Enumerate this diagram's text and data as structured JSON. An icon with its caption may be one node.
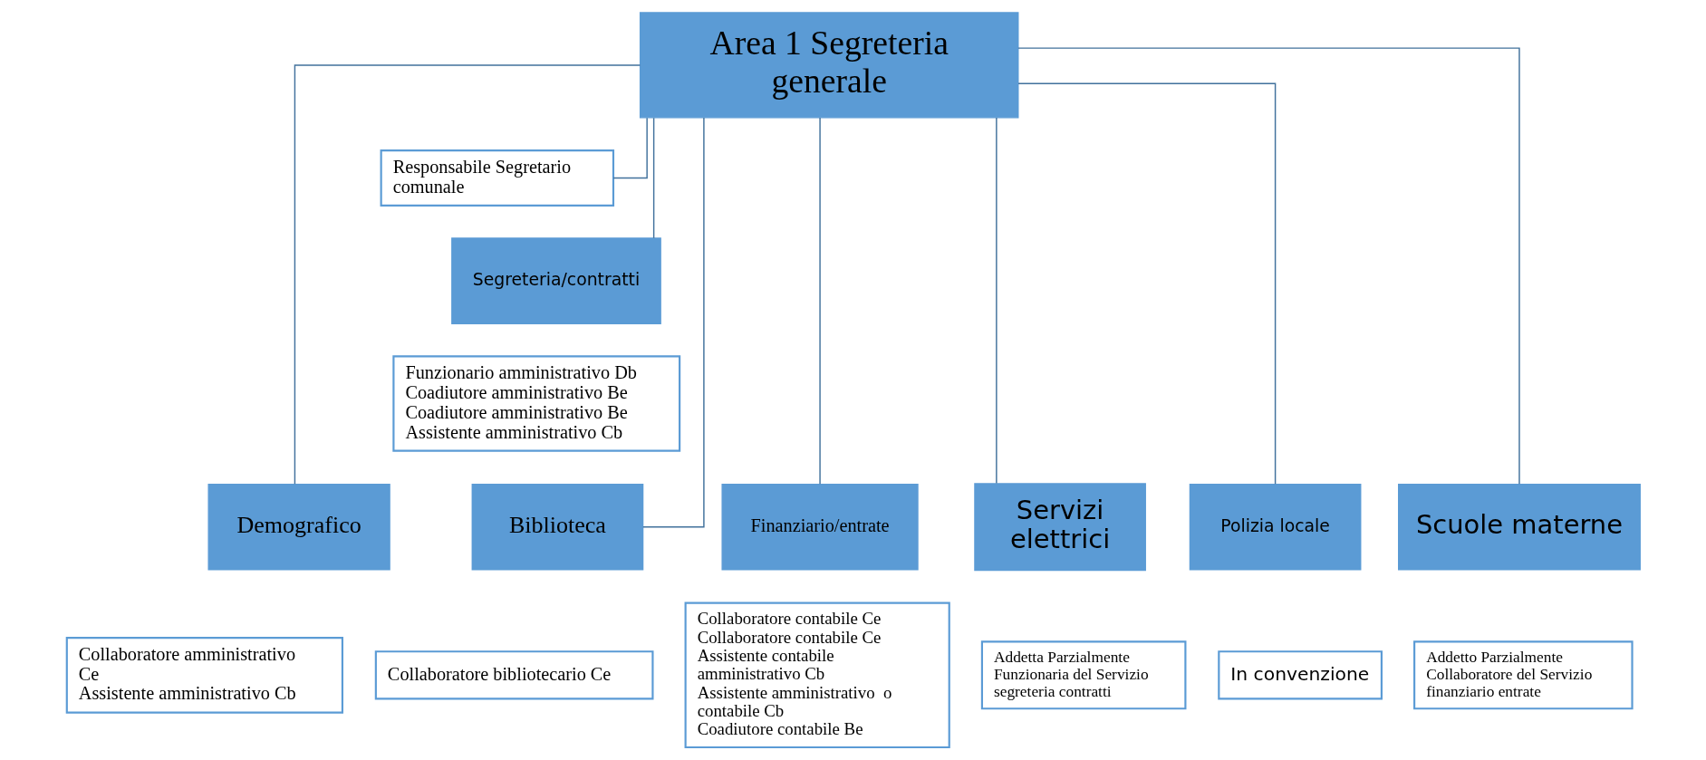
{
  "diagram": {
    "nodes": [
      {
        "text": [
          "Area 1 Segreteria generale"
        ]
      },
      {
        "text": [
          "Responsabile Segretario comunale"
        ]
      },
      {
        "text": [
          "Segreteria/contratti"
        ]
      },
      {
        "text": [
          "Funzionario amministrativo Db",
          "Coadiutore amministrativo Be",
          "Coadiutore amministrativo Be",
          "Assistente amministrativo Cb"
        ]
      },
      {
        "text": [
          "Demografico"
        ]
      },
      {
        "text": [
          "Collaboratore amministrativo Ce",
          "Assistente amministrativo Cb"
        ]
      },
      {
        "text": [
          "Biblioteca"
        ]
      },
      {
        "text": [
          "Collaboratore bibliotecario Ce"
        ]
      },
      {
        "text": [
          "Finanziario/entrate"
        ]
      },
      {
        "text": [
          "Collaboratore contabile Ce",
          "Collaboratore contabile Ce",
          "Assistente contabile amministrativo Cb",
          "Assistente amministrativo  o contabile Cb",
          "Coadiutore contabile Be"
        ]
      },
      {
        "text": [
          "Servizi elettrici"
        ]
      },
      {
        "text": [
          "Addetta Parzialmente Funzionaria del Servizio segreteria contratti"
        ]
      },
      {
        "text": [
          "Polizia locale"
        ]
      },
      {
        "text": [
          "In convenzione"
        ]
      },
      {
        "text": [
          "Scuole materne"
        ]
      },
      {
        "text": [
          "Addetto Parzialmente Collaboratore del Servizio finanziario entrate"
        ]
      }
    ],
    "edges": [
      {
        "from": 0,
        "to": 1,
        "arrow": "none"
      },
      {
        "from": 0,
        "to": 2,
        "arrow": "none"
      },
      {
        "from": 0,
        "to": 4,
        "arrow": "none"
      },
      {
        "from": 0,
        "to": 6,
        "arrow": "none"
      },
      {
        "from": 0,
        "to": 8,
        "arrow": "none"
      },
      {
        "from": 0,
        "to": 10,
        "arrow": "none"
      },
      {
        "from": 0,
        "to": 12,
        "arrow": "none"
      },
      {
        "from": 0,
        "to": 14,
        "arrow": "none"
      }
    ]
  }
}
